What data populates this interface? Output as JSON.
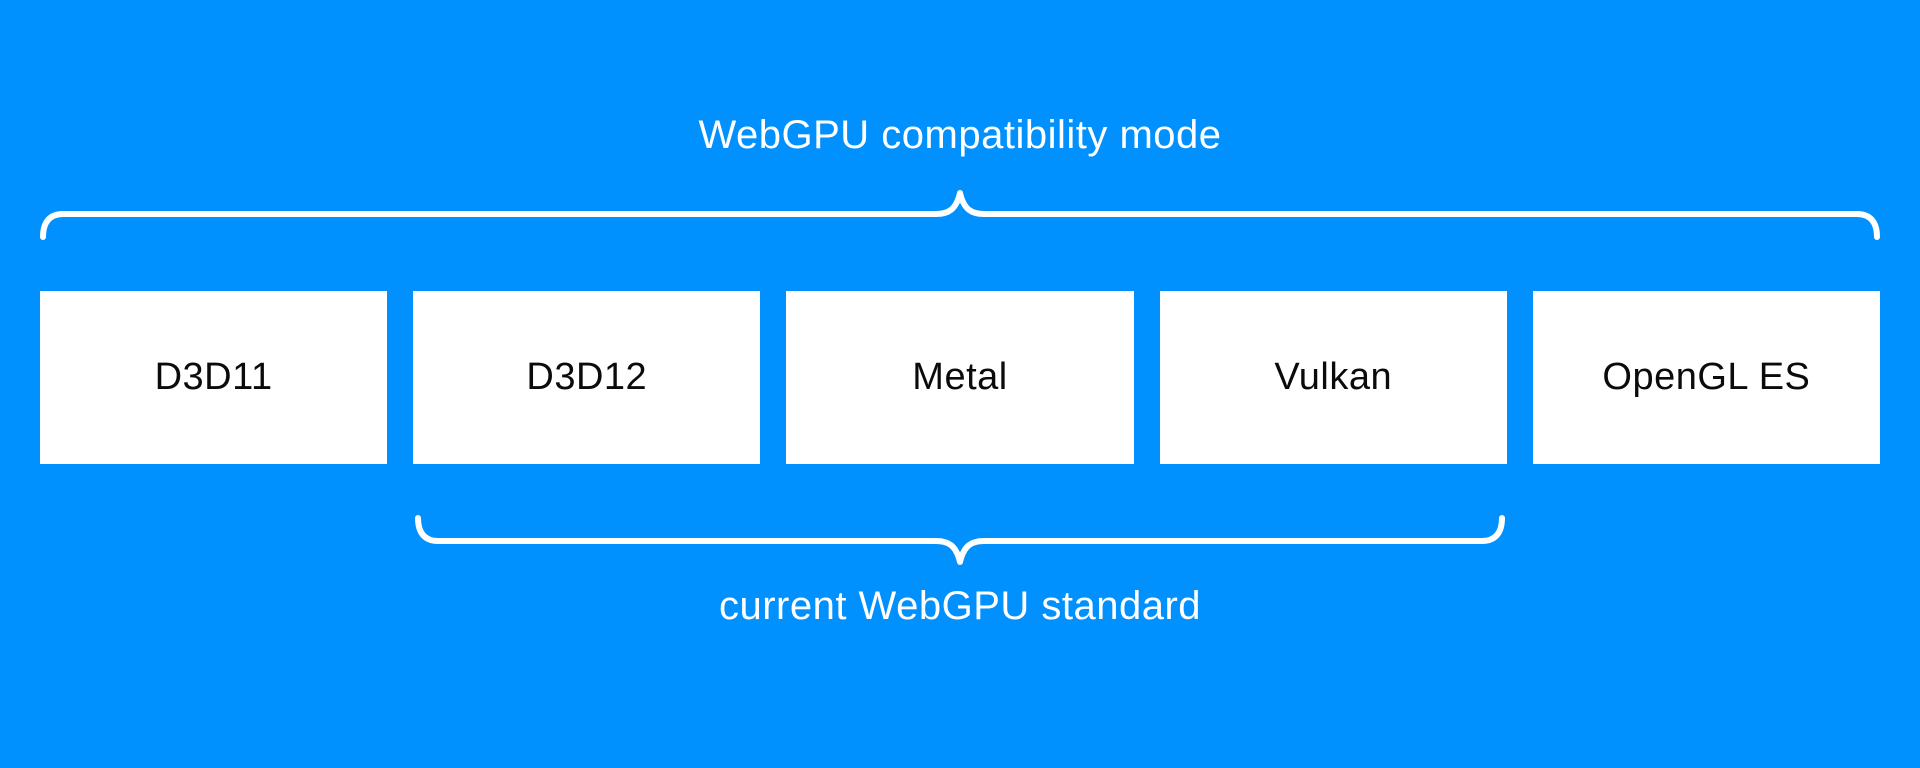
{
  "colors": {
    "background": "#0091ff",
    "box_fill": "#ffffff",
    "box_text": "#0b0b0b",
    "label_text": "#ffffff",
    "brace_stroke": "#ffffff"
  },
  "top_group": {
    "label": "WebGPU compatibility mode",
    "covers": [
      "D3D11",
      "D3D12",
      "Metal",
      "Vulkan",
      "OpenGL ES"
    ]
  },
  "bottom_group": {
    "label": "current WebGPU standard",
    "covers": [
      "D3D12",
      "Metal",
      "Vulkan"
    ]
  },
  "boxes": [
    {
      "label": "D3D11"
    },
    {
      "label": "D3D12"
    },
    {
      "label": "Metal"
    },
    {
      "label": "Vulkan"
    },
    {
      "label": "OpenGL ES"
    }
  ]
}
